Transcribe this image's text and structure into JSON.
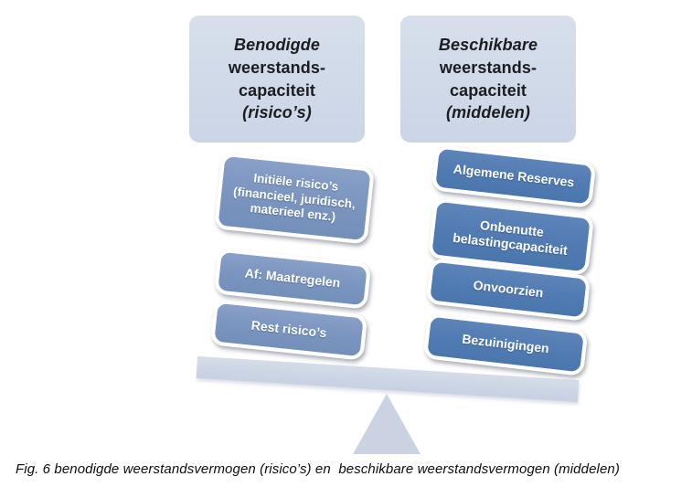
{
  "left_column": {
    "header": [
      "Benodigde",
      "weerstands-",
      "capaciteit",
      "(risico’s)"
    ],
    "cards": [
      {
        "lines": [
          "Initiële risico’s",
          "(financieel, juridisch,",
          "materieel enz.)"
        ]
      },
      {
        "lines": [
          "Af: Maatregelen"
        ]
      },
      {
        "lines": [
          "Rest risico’s"
        ]
      }
    ]
  },
  "right_column": {
    "header": [
      "Beschikbare",
      "weerstands-",
      "capaciteit",
      "(middelen)"
    ],
    "cards": [
      {
        "lines": [
          "Algemene Reserves"
        ]
      },
      {
        "lines": [
          "Onbenutte",
          "belastingcapaciteit"
        ]
      },
      {
        "lines": [
          "Onvoorzien"
        ]
      },
      {
        "lines": [
          "Bezuinigingen"
        ]
      }
    ]
  },
  "caption": "Fig. 6 benodigde weerstandsvermogen (risico’s) en  beschikbare weerstandsvermogen (middelen)",
  "colors": {
    "header_fill": "#d3dbe9",
    "left_card_fill": "#7b96c0",
    "right_card_fill": "#4f7ab2",
    "card_border": "#ffffff",
    "card_text": "#ffffff",
    "plank_fill": "#ccd5e5",
    "fulcrum_fill": "#cbd3e3",
    "header_text": "#1d1d1f",
    "caption_text": "#0d0d0d"
  }
}
